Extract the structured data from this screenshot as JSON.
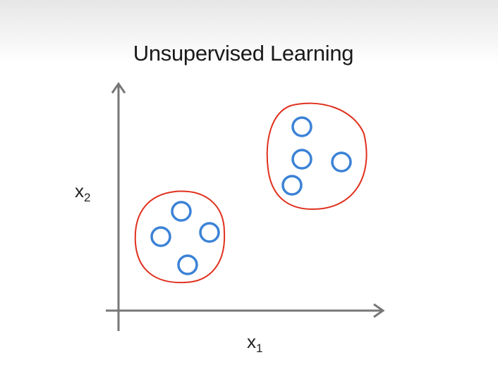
{
  "slide": {
    "title": "Unsupervised Learning",
    "x_axis_label": "x",
    "x_axis_subscript": "1",
    "y_axis_label": "x",
    "y_axis_subscript": "2"
  },
  "colors": {
    "axis": "#777777",
    "point": "#3b82d6",
    "cluster_outline": "#e0301e"
  }
}
